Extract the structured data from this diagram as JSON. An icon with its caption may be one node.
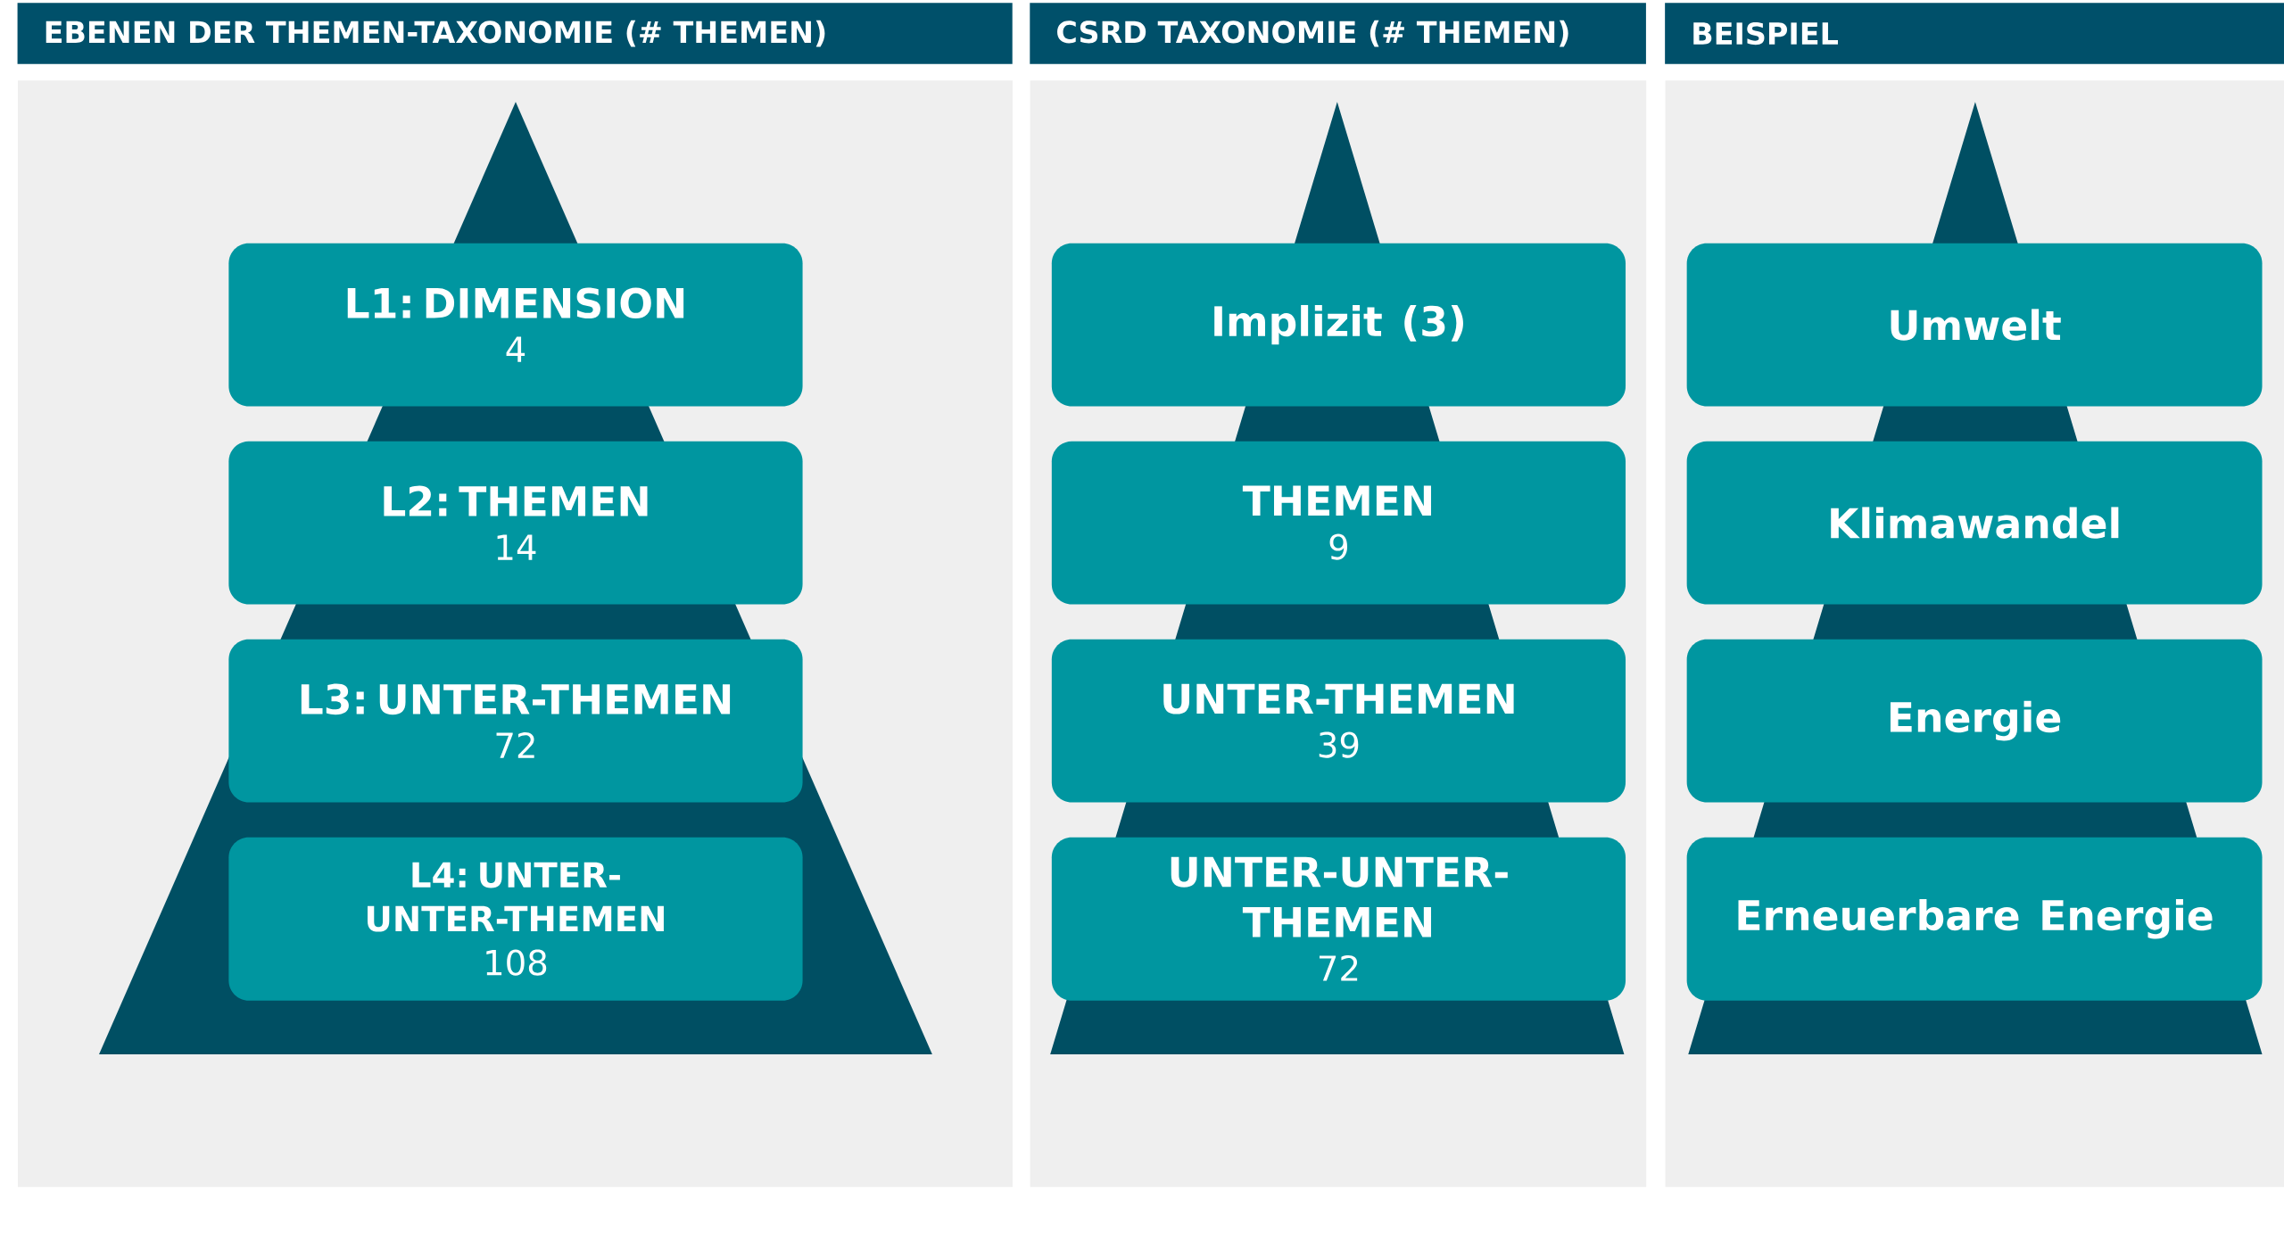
{
  "diagram": {
    "nodes": [
      {
        "text": [
          "EBENEN DER THEMEN-TAXONOMIE (# THEMEN)"
        ]
      },
      {
        "text": [
          "L1: DIMENSION",
          "4"
        ],
        "in": 0
      },
      {
        "text": [
          "L2: THEMEN",
          "14"
        ],
        "in": 0
      },
      {
        "text": [
          "L3: UNTER-THEMEN",
          "72"
        ],
        "in": 0
      },
      {
        "text": [
          "L4: UNTER-UNTER-THEMEN",
          "108"
        ],
        "in": 0
      },
      {
        "text": [
          "CSRD TAXONOMIE (# THEMEN)"
        ]
      },
      {
        "text": [
          "Implizit (3)"
        ],
        "in": 5
      },
      {
        "text": [
          "THEMEN",
          "9"
        ],
        "in": 5
      },
      {
        "text": [
          "UNTER-THEMEN",
          "39"
        ],
        "in": 5
      },
      {
        "text": [
          "UNTER-UNTER-THEMEN",
          "72"
        ],
        "in": 5
      },
      {
        "text": [
          "BEISPIEL"
        ]
      },
      {
        "text": [
          "Umwelt"
        ],
        "in": 10
      },
      {
        "text": [
          "Klimawandel"
        ],
        "in": 10
      },
      {
        "text": [
          "Energie"
        ],
        "in": 10
      },
      {
        "text": [
          "Erneuerbare Energie"
        ],
        "in": 10
      }
    ]
  }
}
